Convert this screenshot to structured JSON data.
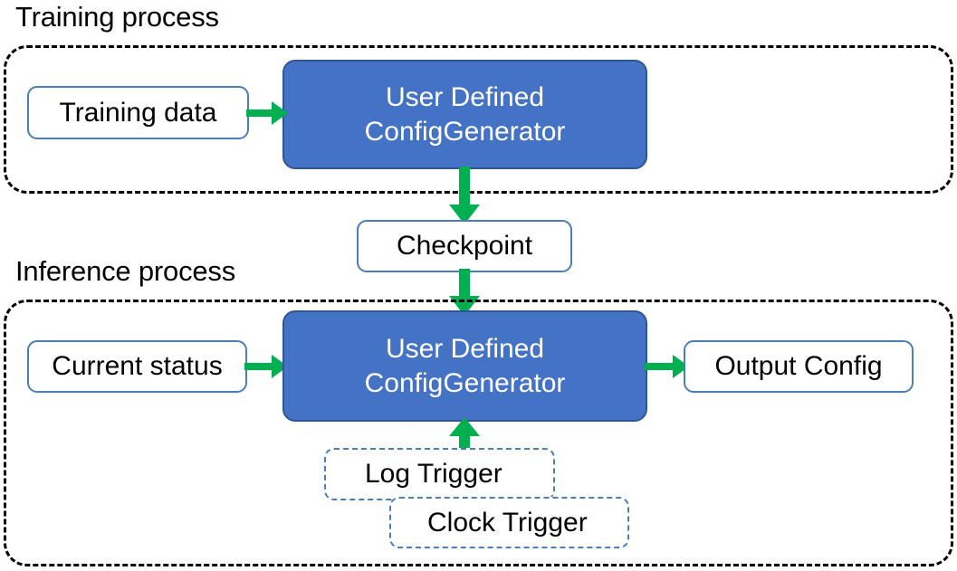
{
  "diagram": {
    "title_training": "Training process",
    "title_inference": "Inference process",
    "colors": {
      "process_box_fill": "#4472C4",
      "process_box_border": "#2F5597",
      "node_border": "#4A7EBB",
      "arrow": "#00B050",
      "container_border": "#000000",
      "text_dark": "#000000",
      "text_light": "#FFFFFF"
    }
  },
  "training": {
    "container_label": "Training process",
    "nodes": {
      "training_data": "Training data",
      "generator_line1": "User Defined",
      "generator_line2": "ConfigGenerator"
    }
  },
  "bridge": {
    "checkpoint": "Checkpoint"
  },
  "inference": {
    "container_label": "Inference process",
    "nodes": {
      "current_status": "Current status",
      "generator_line1": "User Defined",
      "generator_line2": "ConfigGenerator",
      "output_config": "Output Config",
      "log_trigger": "Log Trigger",
      "clock_trigger": "Clock Trigger"
    }
  },
  "arrows": [
    {
      "name": "training-data-to-generator",
      "direction": "right"
    },
    {
      "name": "generator-to-checkpoint",
      "direction": "down"
    },
    {
      "name": "checkpoint-to-generator",
      "direction": "down"
    },
    {
      "name": "current-status-to-generator",
      "direction": "right"
    },
    {
      "name": "generator-to-output-config",
      "direction": "right"
    },
    {
      "name": "trigger-to-generator",
      "direction": "up"
    }
  ]
}
